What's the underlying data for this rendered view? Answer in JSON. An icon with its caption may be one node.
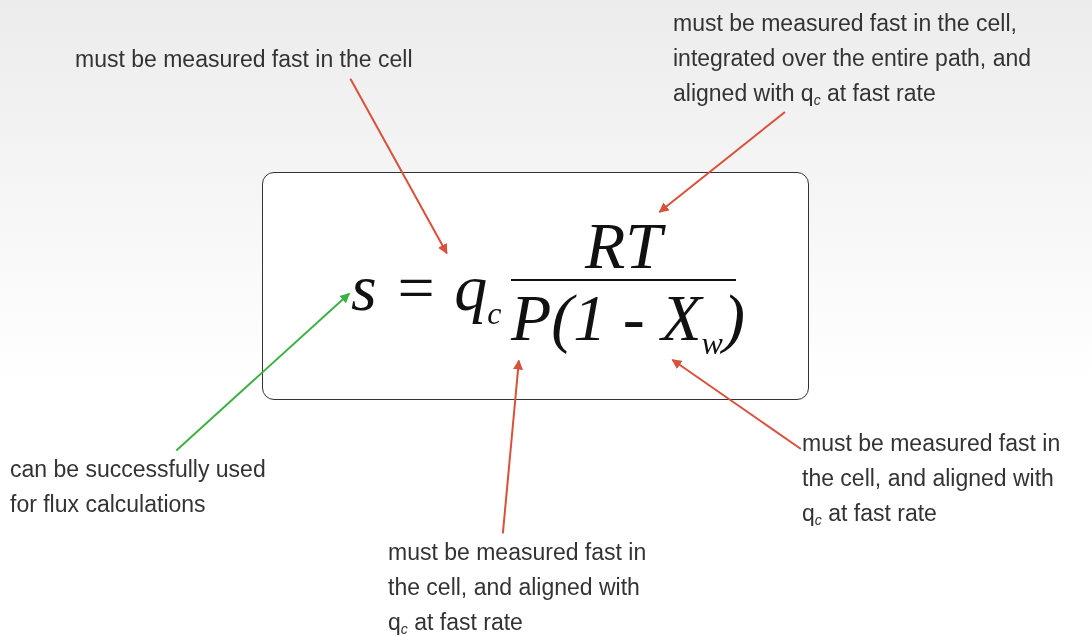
{
  "diagram": {
    "nodes": [
      {
        "text": [],
        "shape": "box"
      },
      {
        "text": [
          "s = q$_{c}$"
        ],
        "in": 0
      },
      {
        "text": [
          "RT"
        ],
        "in": 0
      },
      {
        "text": [
          "P(1 - X$_{w}$)"
        ],
        "in": 0
      },
      {
        "text": [
          "must be measured fast in the cell"
        ]
      },
      {
        "text": [
          "must be measured fast in the cell, integrated over the entire path, and aligned with q$_{c}$ at fast rate"
        ]
      },
      {
        "text": [
          "can be successfully used for flux calculations"
        ]
      },
      {
        "text": [
          "must be measured fast in the cell, and aligned with q$_{c}$ at fast rate"
        ]
      },
      {
        "text": [
          "must be measured fast in the cell, and aligned with q$_{c}$ at fast rate"
        ]
      }
    ],
    "edges": [
      {
        "from": 4,
        "to": 1,
        "arrow": "to"
      },
      {
        "from": 5,
        "to": 2,
        "arrow": "to"
      },
      {
        "from": 6,
        "to": 1,
        "arrow": "to",
        "color": "#3cb043"
      },
      {
        "from": 7,
        "to": 3,
        "arrow": "to"
      },
      {
        "from": 8,
        "to": 3,
        "arrow": "to"
      }
    ]
  }
}
